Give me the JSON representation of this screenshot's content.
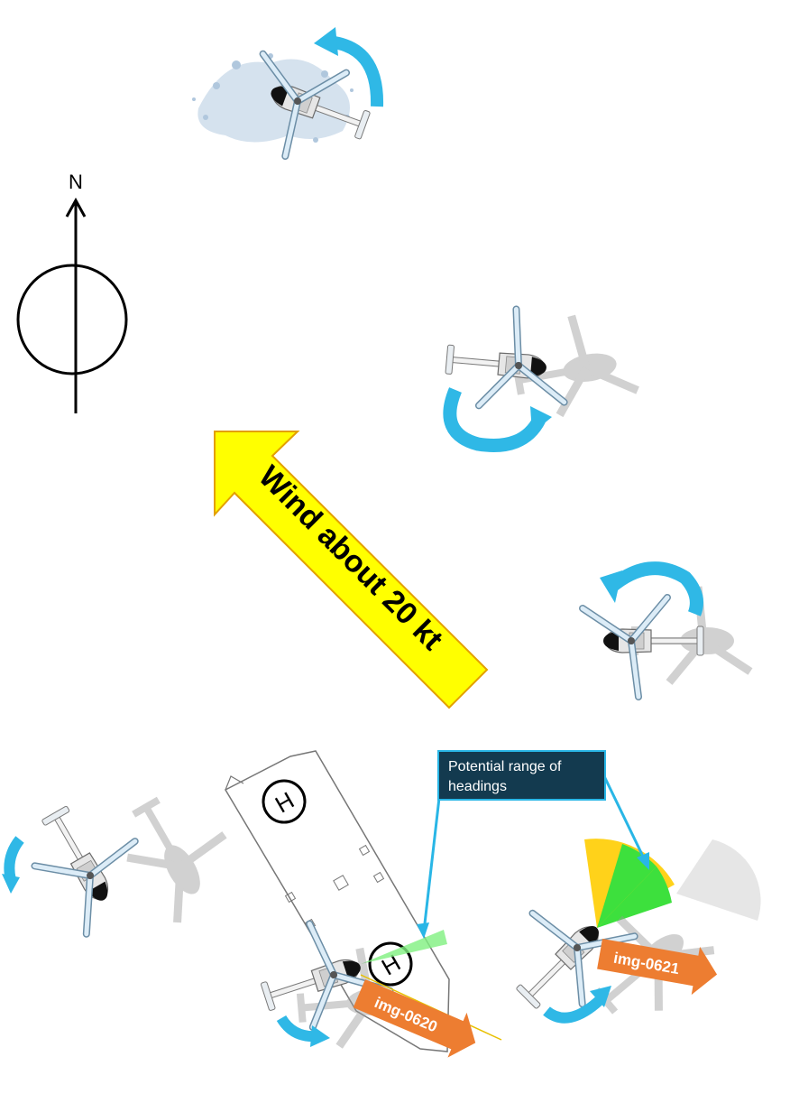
{
  "compass": {
    "label": "N"
  },
  "wind": {
    "label": "Wind about 20 kt",
    "fill_color": "#ffff00",
    "stroke_color": "#e3a000"
  },
  "callout": {
    "line1": "Potential range of",
    "line2": "headings",
    "box_color": "#133a4f",
    "line_color": "#29b6e6"
  },
  "helipads": [
    {
      "label": "H"
    },
    {
      "label": "H"
    }
  ],
  "tags": [
    {
      "label": "img-0620",
      "color": "#ed7d31"
    },
    {
      "label": "img-0621",
      "color": "#ed7d31"
    }
  ],
  "rotation_arrow_color": "#2fb8e6",
  "heading_sectors": {
    "outer_color": "#ffd21a",
    "inner_color": "#3de03d"
  }
}
